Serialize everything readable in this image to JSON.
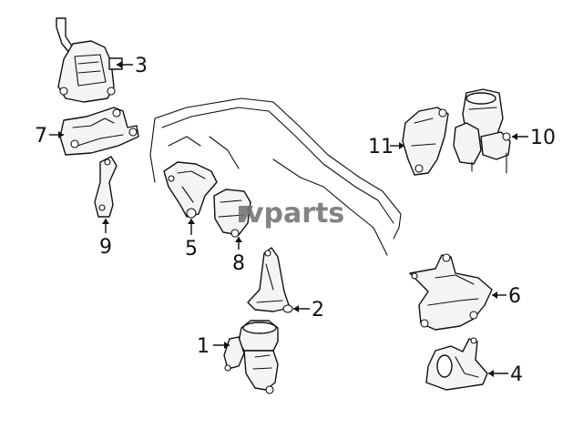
{
  "watermark": {
    "text": "vparts"
  },
  "callouts": [
    {
      "id": "1",
      "label": "1"
    },
    {
      "id": "2",
      "label": "2"
    },
    {
      "id": "3",
      "label": "3"
    },
    {
      "id": "4",
      "label": "4"
    },
    {
      "id": "5",
      "label": "5"
    },
    {
      "id": "6",
      "label": "6"
    },
    {
      "id": "7",
      "label": "7"
    },
    {
      "id": "8",
      "label": "8"
    },
    {
      "id": "9",
      "label": "9"
    },
    {
      "id": "10",
      "label": "10"
    },
    {
      "id": "11",
      "label": "11"
    }
  ],
  "colors": {
    "ink": "#111111",
    "watermark": "#6e6e6e",
    "background": "#ffffff"
  }
}
